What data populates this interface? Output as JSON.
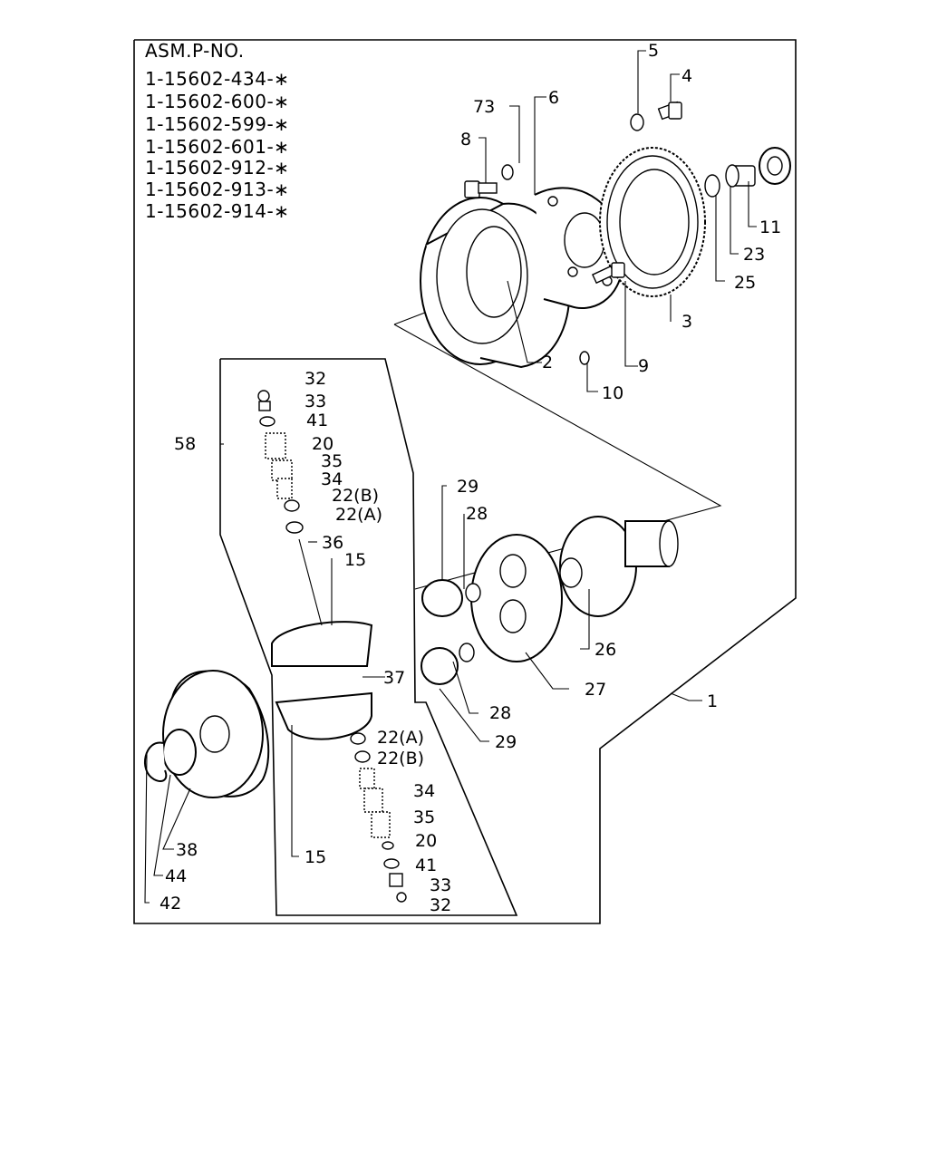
{
  "assembly": {
    "heading": "ASM.P-NO.",
    "part_numbers": [
      "1-15602-434-∗",
      "1-15602-600-∗",
      "1-15602-599-∗",
      "1-15602-601-∗",
      "1-15602-912-∗",
      "1-15602-913-∗",
      "1-15602-914-∗"
    ]
  },
  "callouts": [
    "5",
    "4",
    "73",
    "6",
    "8",
    "11",
    "23",
    "25",
    "3",
    "2",
    "9",
    "10",
    "32",
    "33",
    "41",
    "20",
    "35",
    "34",
    "22(B)",
    "22(A)",
    "58",
    "29",
    "28",
    "36",
    "15",
    "26",
    "27",
    "37",
    "28",
    "29",
    "1",
    "22(A)",
    "22(B)",
    "34",
    "35",
    "20",
    "41",
    "33",
    "32",
    "15",
    "38",
    "44",
    "42"
  ]
}
